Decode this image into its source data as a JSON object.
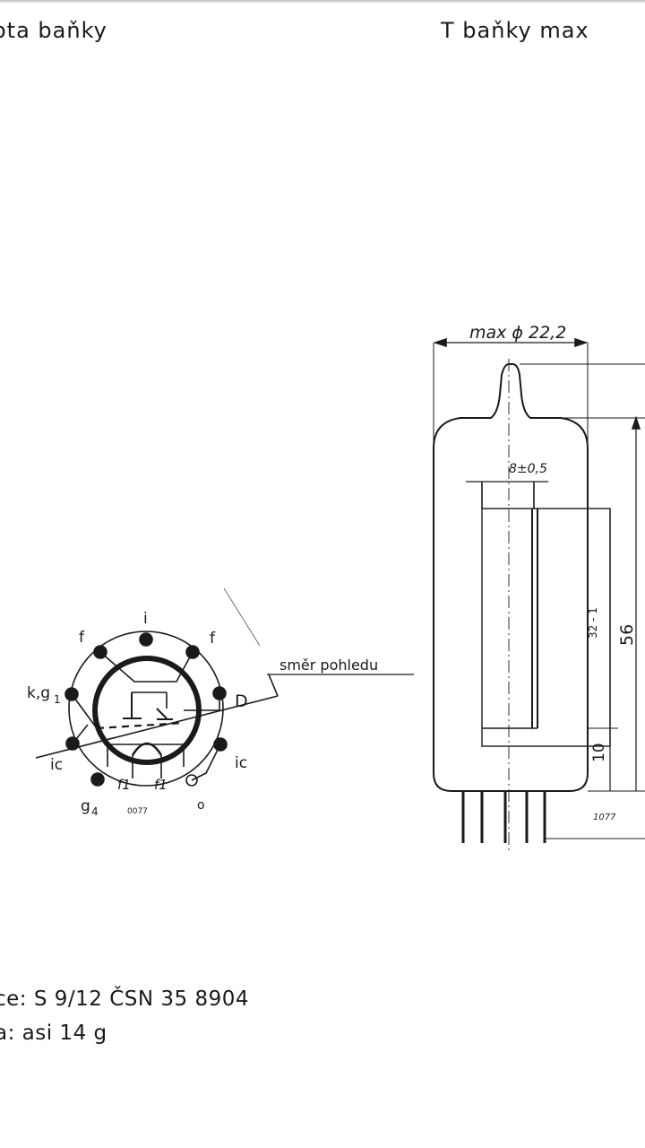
{
  "header": {
    "left_text": "ota baňky",
    "right_text": "T baňky max"
  },
  "socket_diagram": {
    "pins": {
      "top": "i",
      "top_left": "f",
      "top_right": "f",
      "left": "k,g",
      "left_sub": "1",
      "right": "D",
      "lower_left": "ic",
      "lower_right": "ic",
      "bottom_left": "g",
      "bottom_left_sub": "4",
      "bottom_right": "o",
      "bottom_center": "0077"
    },
    "inner_labels": [
      "f1",
      "f1"
    ],
    "view_direction": "směr pohledu"
  },
  "outline_drawing": {
    "diameter": "max ϕ 22,2",
    "window_width": "8±0,5",
    "window_height": "32 - 1",
    "height": "56",
    "base": "10",
    "pin_label": "1077"
  },
  "footer": {
    "line1": "ce:  S 9/12  ČSN  35 8904",
    "line2": "a:   asi  14 g"
  }
}
